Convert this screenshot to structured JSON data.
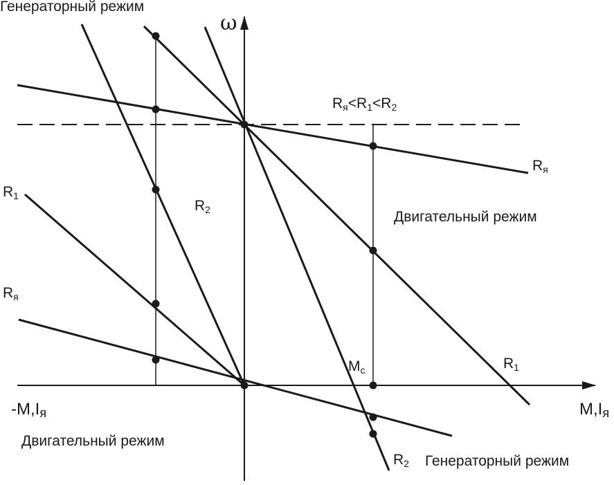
{
  "diagram": {
    "axes": {
      "y_label": "ω",
      "x_label": {
        "main": "M,I",
        "sub": "я"
      },
      "x_neg_label": {
        "main": "-M,I",
        "sub": "я"
      }
    },
    "labels": {
      "gen_mode_top": "Генераторный режим",
      "gen_mode_bottom": "Генераторный режим",
      "motor_mode_right": "Двигательный режим",
      "motor_mode_left": "Двигательный режим",
      "inequality": {
        "r": "R",
        "s1": "я",
        "lt1": "<R",
        "s2": "1",
        "lt2": "<R",
        "s3": "2"
      },
      "r_ya_right": {
        "main": "R",
        "sub": "я"
      },
      "r_ya_left": {
        "main": "R",
        "sub": "я"
      },
      "r1_right": {
        "main": "R",
        "sub": "1"
      },
      "r1_left": {
        "main": "R",
        "sub": "1"
      },
      "r2_mid": {
        "main": "R",
        "sub": "2"
      },
      "r2_bottom": {
        "main": "R",
        "sub": "2"
      },
      "mc": {
        "main": "M",
        "sub": "c"
      }
    },
    "colors": {
      "ink": "#1a1a1a",
      "background": "#ffffff"
    }
  }
}
